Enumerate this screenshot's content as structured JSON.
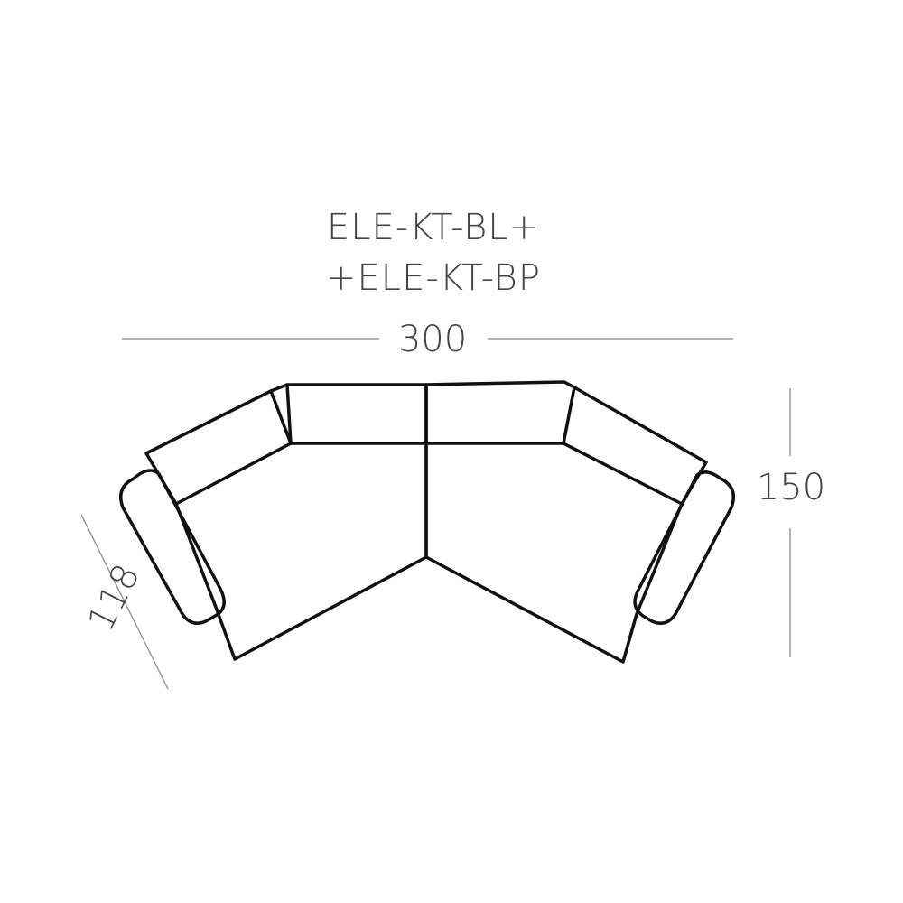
{
  "diagram": {
    "module_codes": [
      "ELE-KT-BL+",
      "+ELE-KT-BP"
    ],
    "dimensions": {
      "width": "300",
      "depth": "150",
      "seat_depth": "118"
    },
    "colors": {
      "outline": "#111111",
      "dimension_line": "#9a9a9a",
      "text": "#444444"
    }
  }
}
